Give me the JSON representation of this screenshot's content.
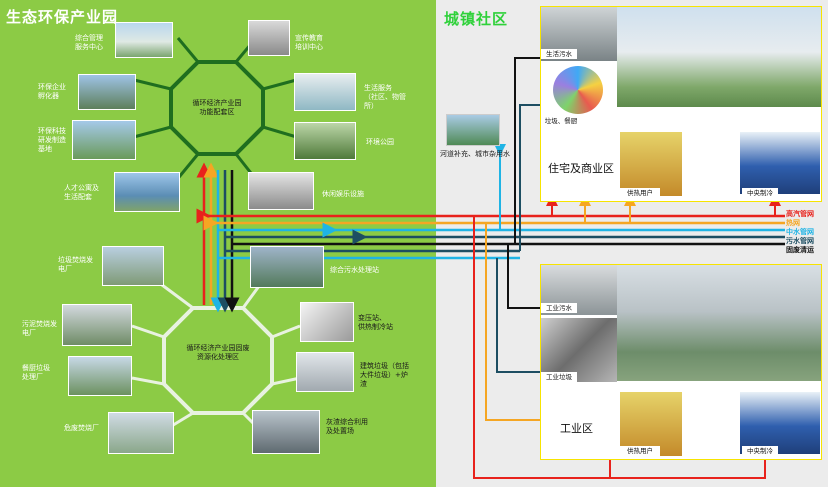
{
  "park": {
    "title": "生态环保产业园",
    "hub_top": "循环经济产业园\n功能配套区",
    "hub_bottom": "循环经济产业园固废\n资源化处理区",
    "top_items": [
      "综合管理\n服务中心",
      "宣传教育\n培训中心",
      "环保企业\n孵化器",
      "生活服务\n（社区、物管\n所）",
      "环保科技\n研发制造\n基地",
      "环境公园",
      "人才公寓及\n生活配套",
      "休闲娱乐设施"
    ],
    "bottom_items": [
      "垃圾焚烧发\n电厂",
      "综合污水处理站",
      "污泥焚烧发\n电厂",
      "变压站、\n供热制冷站",
      "餐厨垃圾\n处理厂",
      "建筑垃圾（包括\n大件垃圾）+炉\n渣",
      "危废焚烧厂",
      "灰渣综合利用\n及处置场"
    ]
  },
  "town": {
    "title": "城镇社区",
    "river_label": "河道补充、城市杂用水",
    "residential": {
      "zone": "住宅及商业区",
      "sewage": "生活污水",
      "garbage": "垃圾、餐厨",
      "heat_user": "供热用户",
      "cooling": "中央制冷"
    },
    "industrial": {
      "zone": "工业区",
      "sewage": "工业污水",
      "garbage": "工业垃圾",
      "heat_user": "供热用户",
      "cooling": "中央制冷"
    }
  },
  "legend": [
    {
      "label": "高汽管网",
      "color": "#e8221c"
    },
    {
      "label": "热网",
      "color": "#f5a623"
    },
    {
      "label": "中水管网",
      "color": "#1fb4e5"
    },
    {
      "label": "污水管网",
      "color": "#1d4e62"
    },
    {
      "label": "固废清运",
      "color": "#111111"
    }
  ],
  "colors": {
    "park_bg": "#8ccb45",
    "hub_line": "#1f6e1f",
    "town_bg": "#ececec",
    "box_border": "#f7e400",
    "park_title": "#ffffff",
    "town_title": "#2fd13a"
  }
}
